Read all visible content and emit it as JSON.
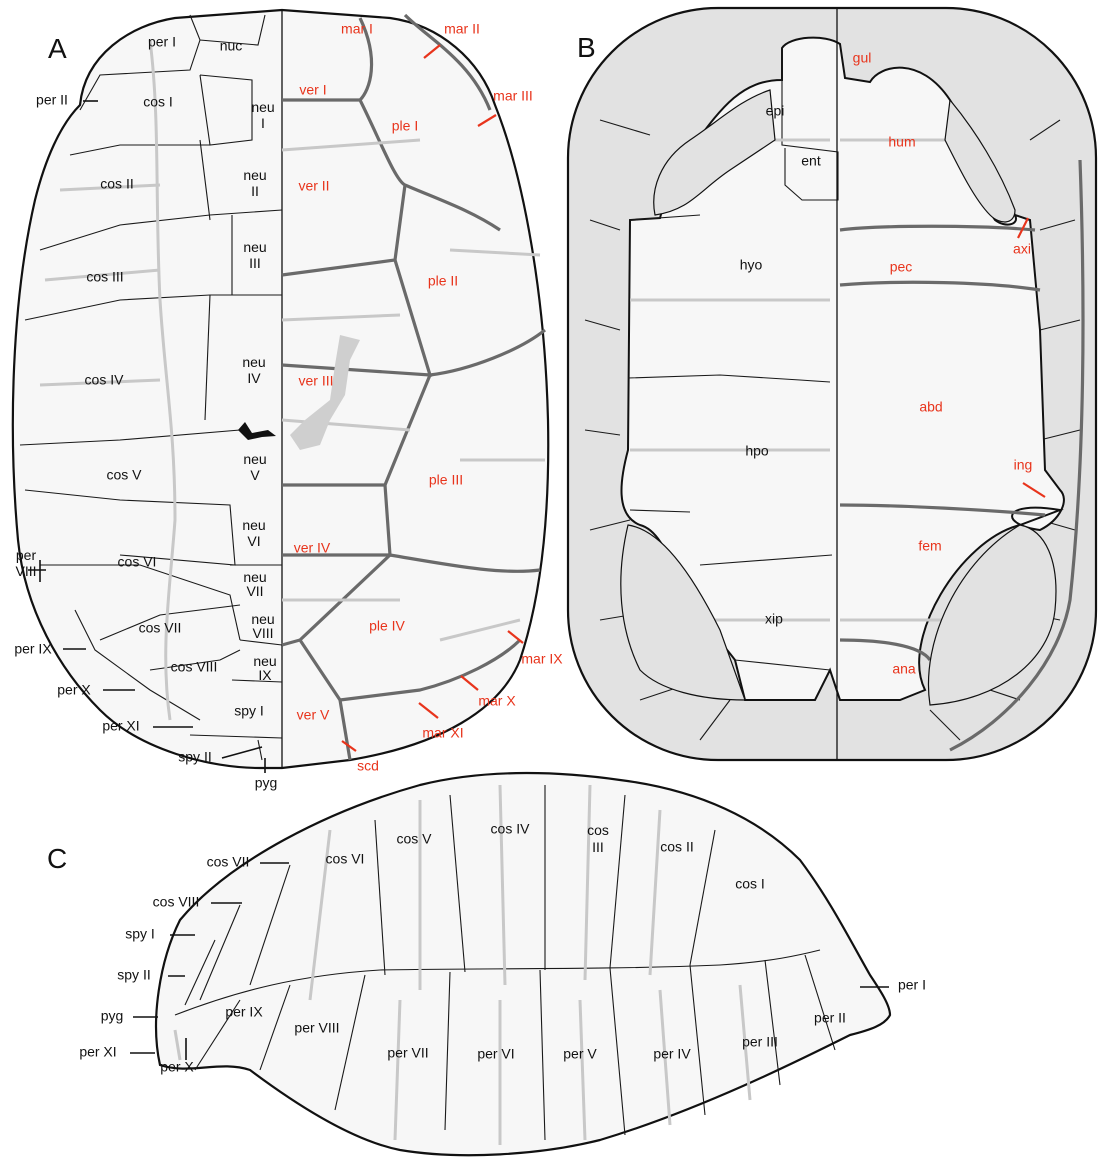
{
  "panels": {
    "a": "A",
    "b": "B",
    "c": "C"
  },
  "colors": {
    "bone_label": "#111111",
    "scute_label": "#e8341c",
    "shaded_region": "#e2e2e2"
  },
  "panel_a": {
    "bone_labels": [
      "nuc",
      "per I",
      "per II",
      "cos I",
      "neu I",
      "cos II",
      "neu II",
      "cos III",
      "neu III",
      "cos IV",
      "neu IV",
      "cos V",
      "neu V",
      "cos VI",
      "neu VI",
      "neu VII",
      "neu VIII",
      "cos VII",
      "cos VIII",
      "neu IX",
      "spy I",
      "per VIII",
      "per IX",
      "per X",
      "per XI",
      "spy II",
      "pyg"
    ],
    "scute_labels": [
      "mar I",
      "mar II",
      "mar III",
      "ver I",
      "ple I",
      "ver II",
      "ple II",
      "ver III",
      "ple III",
      "ver IV",
      "ple IV",
      "mar IX",
      "mar X",
      "mar XI",
      "ver V",
      "scd"
    ]
  },
  "panel_b": {
    "bone_labels": [
      "epi",
      "ent",
      "hyo",
      "hpo",
      "xip"
    ],
    "scute_labels": [
      "gul",
      "hum",
      "axi",
      "pec",
      "abd",
      "ing",
      "fem",
      "ana"
    ]
  },
  "panel_c": {
    "bone_labels": [
      "cos VII",
      "cos VIII",
      "spy I",
      "spy II",
      "pyg",
      "per XI",
      "per X",
      "cos VI",
      "cos V",
      "cos IV",
      "cos III",
      "cos II",
      "cos I",
      "per I",
      "per II",
      "per III",
      "per IV",
      "per V",
      "per VI",
      "per VII",
      "per VIII",
      "per IX"
    ]
  }
}
